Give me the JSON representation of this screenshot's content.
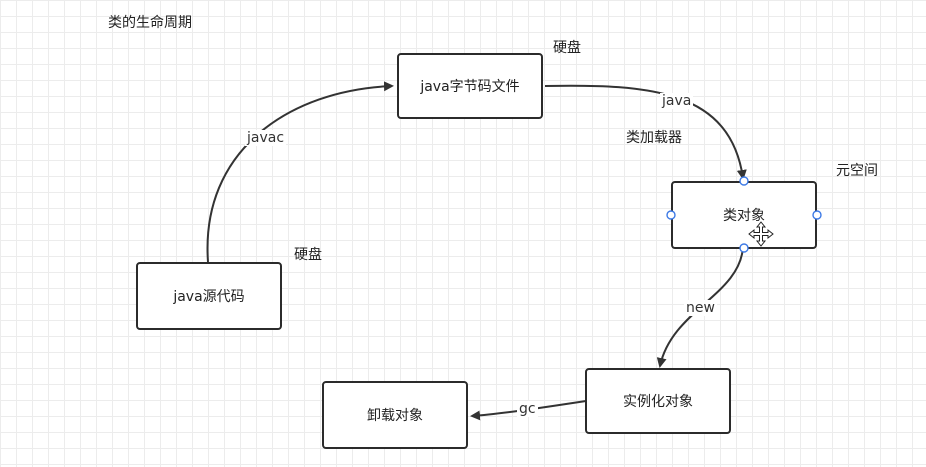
{
  "title": "类的生命周期",
  "nodes": {
    "source": "java源代码",
    "bytecode": "java字节码文件",
    "class_object": "类对象",
    "instance": "实例化对象",
    "unload": "卸载对象"
  },
  "notes": {
    "disk_top": "硬盘",
    "disk_bottom": "硬盘",
    "class_loader": "类加载器",
    "metaspace": "元空间"
  },
  "edges": {
    "javac": "javac",
    "java": "java",
    "new": "new",
    "gc": "gc"
  },
  "colors": {
    "line": "#333333",
    "box_border": "#2b2b2b",
    "selection_handle": "#3d7ae6"
  },
  "icons": {
    "cursor": "move-cursor-icon"
  }
}
